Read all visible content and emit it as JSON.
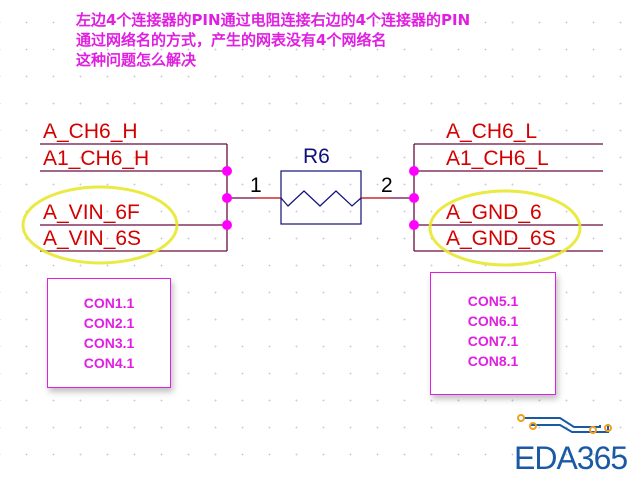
{
  "note": {
    "lines": [
      "左边4个连接器的PIN通过电阻连接右边的4个连接器的PIN",
      "通过网络名的方式，产生的网表没有4个网络名",
      "这种问题怎么解决"
    ]
  },
  "resistor": {
    "refdes": "R6",
    "pin1": "1",
    "pin2": "2"
  },
  "left_nets": [
    "A_CH6_H",
    "A1_CH6_H",
    "A_VIN_6F",
    "A_VIN_6S"
  ],
  "right_nets": [
    "A_CH6_L",
    "A1_CH6_L",
    "A_GND_6",
    "A_GND_6S"
  ],
  "left_box": {
    "lines": [
      "CON1.1",
      "CON2.1",
      "CON3.1",
      "CON4.1"
    ]
  },
  "right_box": {
    "lines": [
      "CON5.1",
      "CON6.1",
      "CON7.1",
      "CON8.1"
    ]
  },
  "logo": {
    "text": "EDA365"
  },
  "colors": {
    "note": "#e020e0",
    "net_label": "#d40000",
    "wire": "#6a0a40",
    "junction": "#ff00ff",
    "highlight": "#e8e830",
    "resistor": "#10107a",
    "logo": "#1a5aa5",
    "logo_accent": "#f0a020"
  }
}
